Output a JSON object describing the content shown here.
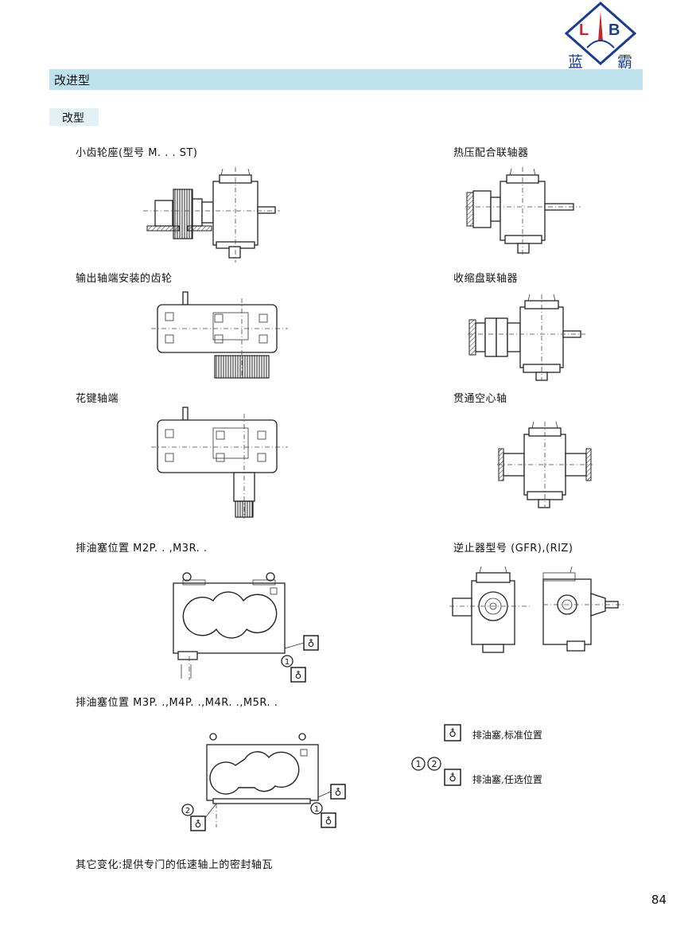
{
  "logo": {
    "letters": [
      "L",
      "B"
    ],
    "name_chars": [
      "蓝",
      "霸"
    ]
  },
  "section_title": "改进型",
  "subsection_title": "改型",
  "captions": {
    "pinion_mount": "小齿轮座(型号 M. . . ST)",
    "shrink_coupling": "热压配合联轴器",
    "output_gear": "输出轴端安装的齿轮",
    "shrink_disc": "收缩盘联轴器",
    "spline_shaft": "花键轴端",
    "hollow_shaft": "贯通空心轴",
    "drain_plug_a": "排油塞位置 M2P. . ,M3R. .",
    "backstop": "逆止器型号 (GFR),(RIZ)",
    "drain_plug_b": "排油塞位置 M3P. .,M4P. .,M4R. .,M5R. .",
    "other_changes": "其它变化:提供专门的低速轴上的密封轴瓦"
  },
  "legend": {
    "standard": "排油塞,标准位置",
    "optional": "排油塞,任选位置",
    "markers": [
      "1",
      "2"
    ]
  },
  "callout_numbers": {
    "one": "1",
    "two": "2"
  },
  "page_number": "84"
}
